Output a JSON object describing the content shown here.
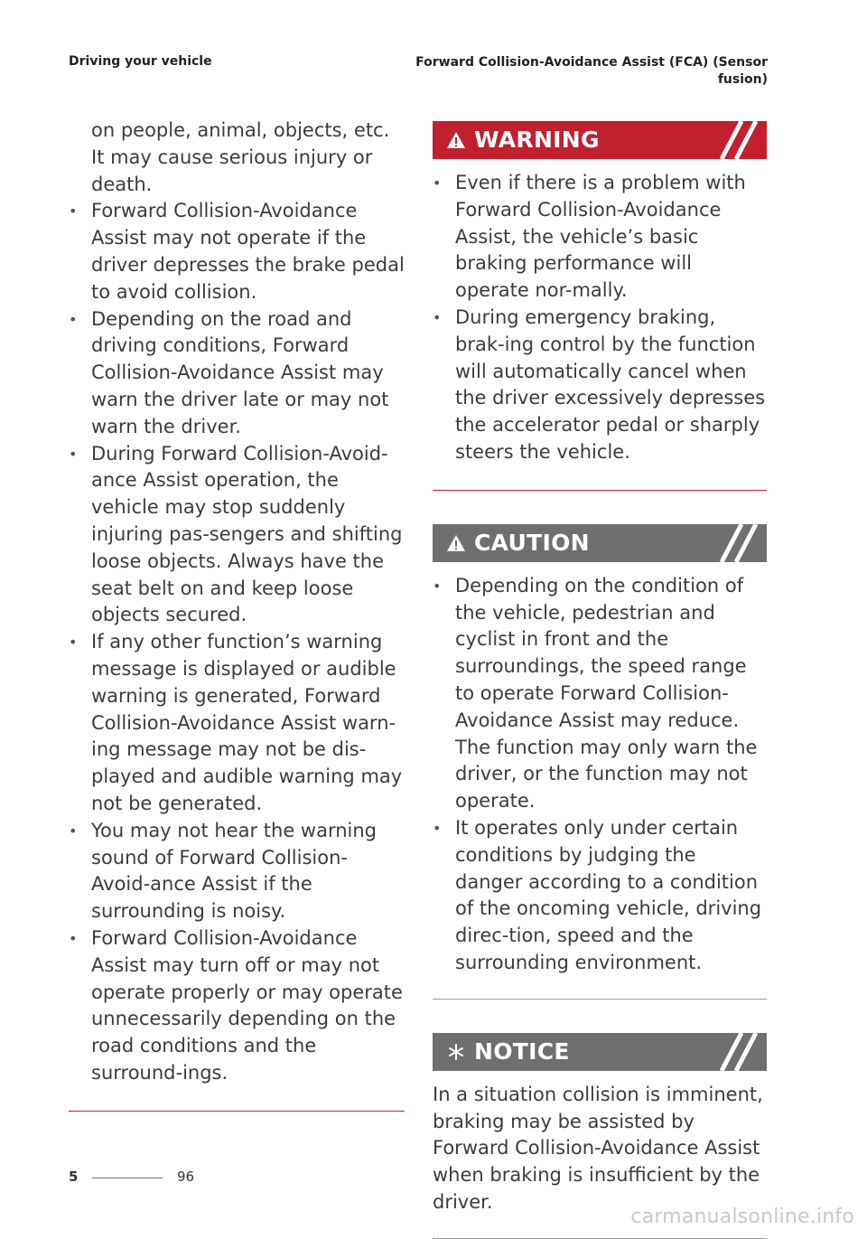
{
  "header": {
    "section": "Driving your vehicle",
    "topic": "Forward Collision-Avoidance Assist (FCA) (Sensor fusion)"
  },
  "left_column": {
    "continuation": "on people, animal, objects, etc. It may cause serious injury or death.",
    "bullets": [
      "Forward Collision-Avoidance Assist may not operate if the driver depresses the brake pedal to avoid collision.",
      "Depending on the road and driving conditions, Forward Collision-Avoidance Assist may warn the driver late or may not warn the driver.",
      "During Forward Collision-Avoid-ance Assist operation, the vehicle may stop suddenly injuring pas-sengers and shifting loose objects. Always have the seat belt on and keep loose objects secured.",
      "If any other function’s warning message is displayed or audible warning is generated, Forward Collision-Avoidance Assist warn-ing message may not be dis-played and audible warning may not be generated.",
      "You may not hear the warning sound of Forward Collision-Avoid-ance Assist if the surrounding is noisy.",
      "Forward Collision-Avoidance Assist may turn off or may not operate properly or may operate unnecessarily depending on the road conditions and the surround-ings."
    ]
  },
  "warning": {
    "title": "WARNING",
    "color": "#c21f2f",
    "icon": "warning-triangle-icon",
    "bullets": [
      "Even if there is a problem with Forward Collision-Avoidance Assist, the vehicle’s basic braking performance will operate nor-mally.",
      "During emergency braking, brak-ing control by the function will automatically cancel when the driver excessively depresses the accelerator pedal or sharply steers the vehicle."
    ]
  },
  "caution": {
    "title": "CAUTION",
    "color": "#6f6f6f",
    "icon": "warning-triangle-icon",
    "bullets": [
      "Depending on the condition of the vehicle, pedestrian and cyclist in front and the surroundings, the speed range to operate Forward Collision-Avoidance Assist may reduce. The function may only warn the driver, or the function may not operate.",
      "It operates only under certain conditions by judging the danger according to a condition of the oncoming vehicle, driving direc-tion, speed and the surrounding environment."
    ]
  },
  "notice": {
    "title": "NOTICE",
    "color": "#6f6f6f",
    "icon": "asterisk-icon",
    "text": "In a situation collision is imminent, braking may be assisted by Forward Collision-Avoidance Assist when braking is insufficient by the driver."
  },
  "footer": {
    "chapter": "5",
    "page": "96"
  },
  "watermark": "carmanualsonline.info"
}
